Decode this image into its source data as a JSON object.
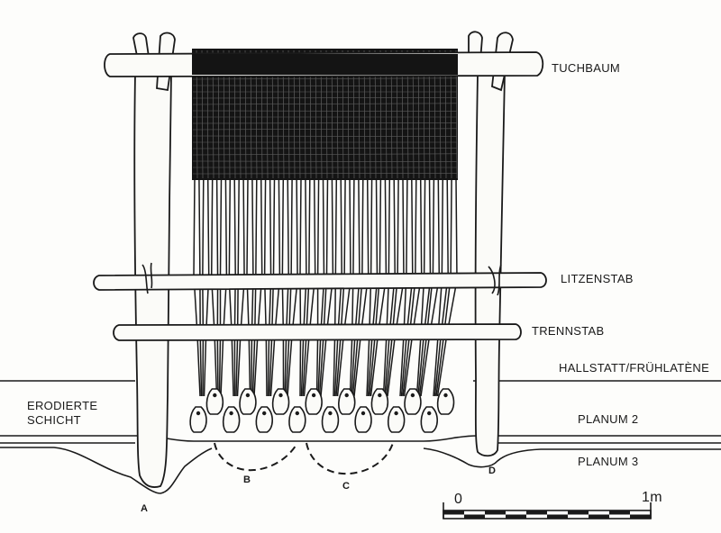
{
  "labels": {
    "tuchbaum": "TUCHBAUM",
    "litzenstab": "LITZENSTAB",
    "trennstab": "TRENNSTAB",
    "period": "HALLSTATT/FRÜHLATÈNE",
    "erodiert_line1": "ERODIERTE",
    "erodiert_line2": "SCHICHT",
    "planum2": "PLANUM 2",
    "planum3": "PLANUM 3",
    "post_a": "A",
    "pit_b": "B",
    "pit_c": "C",
    "post_d": "D"
  },
  "scale_bar": {
    "start_label": "0",
    "end_label": "1m",
    "segments": 10
  }
}
